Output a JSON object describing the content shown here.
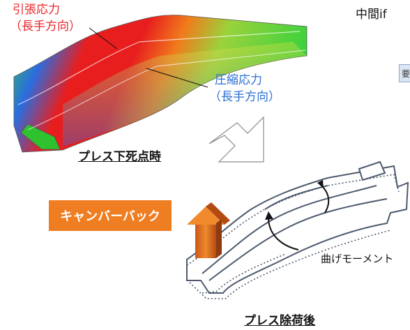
{
  "labels": {
    "tensile_stress": "引張応力",
    "tensile_direction": "（長手方向）",
    "compressive_stress": "圧縮応力",
    "compressive_direction": "（長手方向）",
    "bottom_dead_center": "プレス下死点時",
    "camber_back": "キャンバーバック",
    "bending_moment": "曲げモーメント",
    "after_unloading": "プレス除荷後",
    "cut_title": "中間if",
    "side_box_text": "要"
  },
  "colors": {
    "tensile": "#e8252a",
    "compressive": "#2a6fd6",
    "badge": "#ef7d22"
  }
}
